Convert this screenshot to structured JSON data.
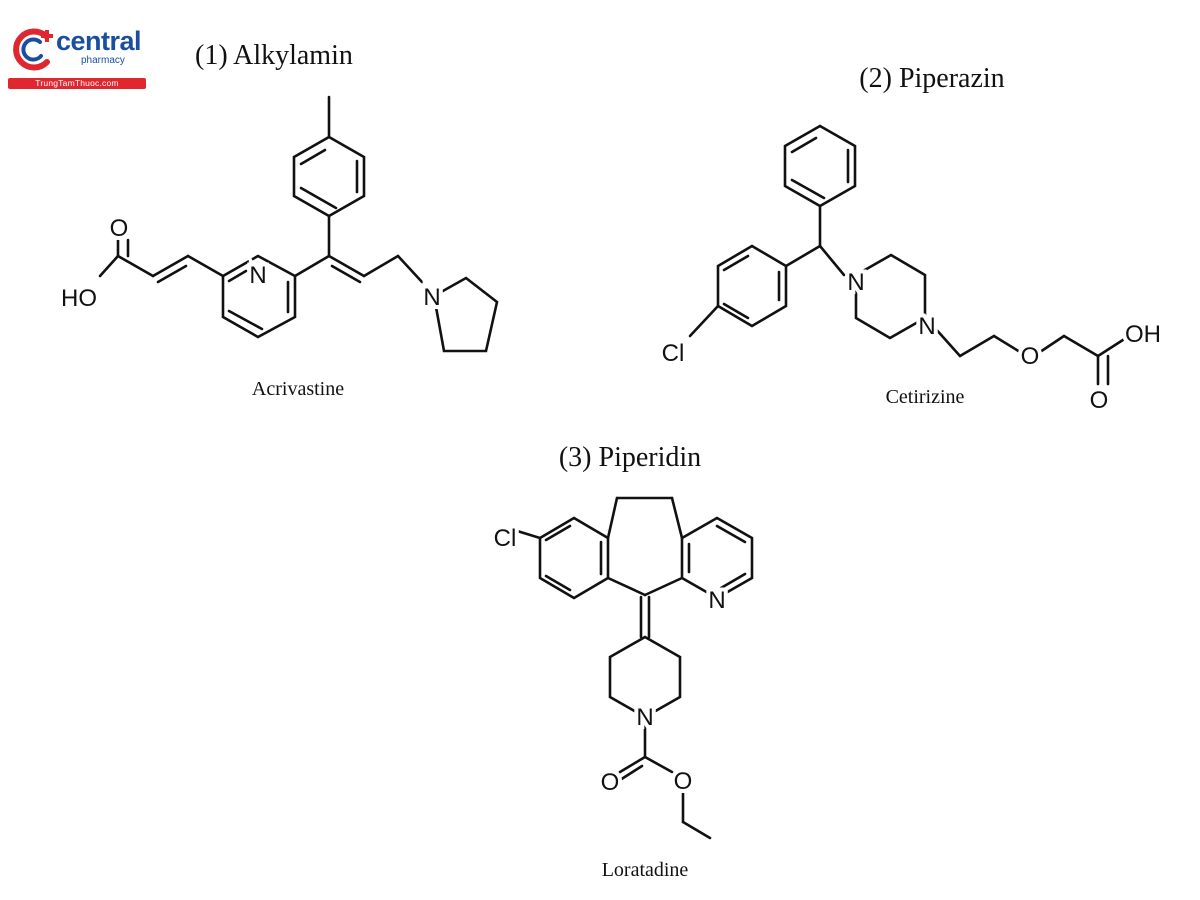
{
  "logo": {
    "brand": "central",
    "sub": "pharmacy",
    "url_bar": "TrungTamThuoc.com"
  },
  "sections": [
    {
      "title": "(1) Alkylamin",
      "compound": "Acrivastine",
      "atoms": {
        "o_top": "O",
        "ho": "HO",
        "n_pyridine": "N",
        "n_pyrrolidine": "N"
      }
    },
    {
      "title": "(2) Piperazin",
      "compound": "Cetirizine",
      "atoms": {
        "cl": "Cl",
        "n1": "N",
        "n2": "N",
        "o_ether": "O",
        "oh": "OH",
        "o_carbonyl": "O"
      }
    },
    {
      "title": "(3) Piperidin",
      "compound": "Loratadine",
      "atoms": {
        "cl": "Cl",
        "n_pyridine": "N",
        "n_piperidine": "N",
        "o_carbonyl": "O",
        "o_ester": "O"
      }
    }
  ],
  "colors": {
    "ink": "#111111",
    "brand_blue": "#1a4ea2",
    "brand_red": "#e0262f"
  }
}
